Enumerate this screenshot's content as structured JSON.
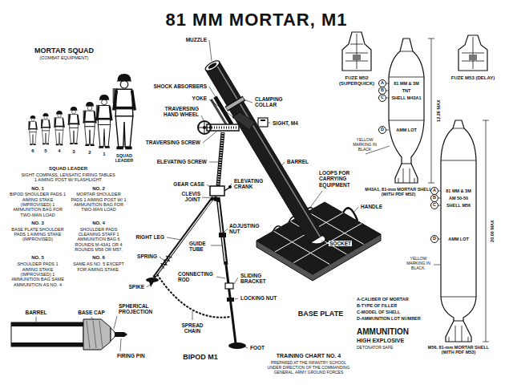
{
  "diagram": {
    "title": "81 MM MORTAR, M1",
    "nodes": [
      {
        "text": [
          "A"
        ]
      },
      {
        "text": [
          "B"
        ]
      },
      {
        "text": [
          "C"
        ]
      },
      {
        "text": [
          "D"
        ]
      },
      {
        "text": [
          "A"
        ]
      },
      {
        "text": [
          "B"
        ]
      },
      {
        "text": [
          "C"
        ]
      },
      {
        "text": [
          "D"
        ]
      }
    ],
    "labels": [
      "MORTAR SQUAD",
      "(COMBAT EQUIPMENT)",
      "6",
      "5",
      "4",
      "3",
      "2",
      "1",
      "SQUAD LEADER",
      "SQUAD LEADER",
      "SIGHT COMPASS, LENSATIC FIRING TABLES 1 AIMING POST W/ FLASHLIGHT",
      "NO. 1",
      "BIPOD SHOULDER PADS 1 AIMING STAKE (IMPROVISED) 1 AMMUNITION BAG FOR TWO-MAN LOAD",
      "NO. 2",
      "MORTAR SHOULDER PADS 1 AIMING POST W/ 1 AMMUNITION BAG FOR TWO-MAN LOAD",
      "NO. 3",
      "BASE PLATE SHOULDER PADS 1 AIMING STAKE (IMPROVISED)",
      "NO. 4",
      "SHOULDER PADS CLEANING STAFF 1 AMMUNITION BAG 6 ROUNDS M-43A1 OR 4 ROUNDS M56 OR M57.",
      "NO. 5",
      "SHOULDER PADS 1 AIMING STAKE (IMPROVISED) 1 AMMUNITION BAG SAME AMMUNITION AS NO. 4",
      "NO. 6",
      "SAME AS NO. 5 EXCEPT FOR AIMING STAKE.",
      "BARREL",
      "BASE CAP",
      "SPHERICAL PROJECTION",
      "FIRING PIN",
      "MUZZLE",
      "SHOCK ABSORBERS",
      "YOKE",
      "CLAMPING COLLAR",
      "TRAVERSING HAND WHEEL",
      "SIGHT, M4",
      "TRAVERSING SCREW",
      "BARREL",
      "ELEVATING SCREW",
      "ELEVATING CRANK",
      "GEAR CASE",
      "CLEVIS JOINT",
      "ADJUSTING NUT",
      "RIGHT LEG",
      "GUIDE TUBE",
      "SPIKE",
      "SPRING",
      "CONNECTING ROD",
      "SLIDING BRACKET",
      "LOCKING NUT",
      "SPREAD CHAIN",
      "FOOT",
      "BIPOD M1",
      "LOOPS FOR CARRYING EQUIPMENT",
      "HANDLE",
      "SOCKET",
      "BASE PLATE",
      "FUZE M52 (SUPERQUICK)",
      "FUZE M53 (DELAY)",
      "81 MM & 3M",
      "TNT",
      "SHELL M43A1",
      "AMM LOT",
      "YELLOW MARKING IN BLACK",
      "12.26 MAX",
      "M43A1, 81-mm MORTAR SHELL (WITH PDF M52)",
      "81 MM & 3M",
      "AM 50-50",
      "SHELL M56",
      "AMM LOT",
      "YELLOW MARKING IN BLACK.",
      "20.00 MAX",
      "M56, 81-mm MORTAR SHELL (WITH PDF M53)",
      "A-CALIBER OF MORTAR",
      "B-TYPE OF FILLER",
      "C-MODEL OF SHELL",
      "D-AMMUNITION LOT NUMBER",
      "AMMUNITION",
      "HIGH EXPLOSIVE",
      "DETONATOR SAFE",
      "TRAINING CHART NO. 4",
      "PREPARED AT THE INFANTRY SCHOOL UNDER DIRECTION OF THE COMMANDING GENERAL, ARMY GROUND FORCES"
    ]
  }
}
